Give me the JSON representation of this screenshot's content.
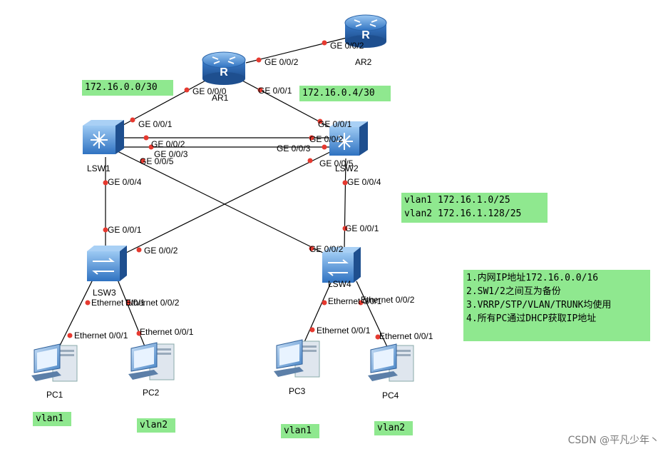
{
  "devices": {
    "ar1": "AR1",
    "ar2": "AR2",
    "lsw1": "LSW1",
    "lsw2": "LSW2",
    "lsw3": "LSW3",
    "lsw4": "LSW4",
    "pc1": "PC1",
    "pc2": "PC2",
    "pc3": "PC3",
    "pc4": "PC4"
  },
  "ports": {
    "ar2_ge002": "GE 0/0/2",
    "ar1_ge002": "GE 0/0/2",
    "ar1_ge000": "GE 0/0/0",
    "ar1_ge001": "GE 0/0/1",
    "lsw1_ge001": "GE 0/0/1",
    "lsw1_ge002": "GE 0/0/2",
    "lsw1_ge003": "GE 0/0/3",
    "lsw1_ge005": "GE 0/0/5",
    "lsw1_ge004": "GE 0/0/4",
    "lsw2_ge001": "GE 0/0/1",
    "lsw2_ge002": "GE 0/0/2",
    "lsw2_ge003": "GE 0/0/3",
    "lsw2_ge005": "GE 0/0/5",
    "lsw2_ge004": "GE 0/0/4",
    "lsw3_ge001": "GE 0/0/1",
    "lsw3_ge002": "GE 0/0/2",
    "lsw4_ge001": "GE 0/0/1",
    "lsw4_ge002": "GE 0/0/2",
    "lsw3_eth1": "Ethernet 0/0/1",
    "lsw3_eth2": "Ethernet 0/0/2",
    "lsw4_eth1": "Ethernet 0/0/1",
    "lsw4_eth2": "Ethernet 0/0/2",
    "pc1_eth": "Ethernet 0/0/1",
    "pc2_eth": "Ethernet 0/0/1",
    "pc3_eth": "Ethernet 0/0/1",
    "pc4_eth": "Ethernet 0/0/1"
  },
  "labels": {
    "net_left": "172.16.0.0/30",
    "net_right": "172.16.0.4/30",
    "vlan_subnets": "vlan1 172.16.1.0/25\nvlan2 172.16.1.128/25",
    "notes": "1.内网IP地址172.16.0.0/16\n2.SW1/2之间互为备份\n3.VRRP/STP/VLAN/TRUNK均使用\n4.所有PC通过DHCP获取IP地址",
    "pc1_vlan": "vlan1",
    "pc2_vlan": "vlan2",
    "pc3_vlan": "vlan1",
    "pc4_vlan": "vlan2"
  },
  "watermark": "CSDN @平凡少年丶",
  "colors": {
    "port_dot": "#e63a30",
    "link": "#000000",
    "note_bg": "#8fe88f",
    "device_blue": "#3f86d2"
  }
}
